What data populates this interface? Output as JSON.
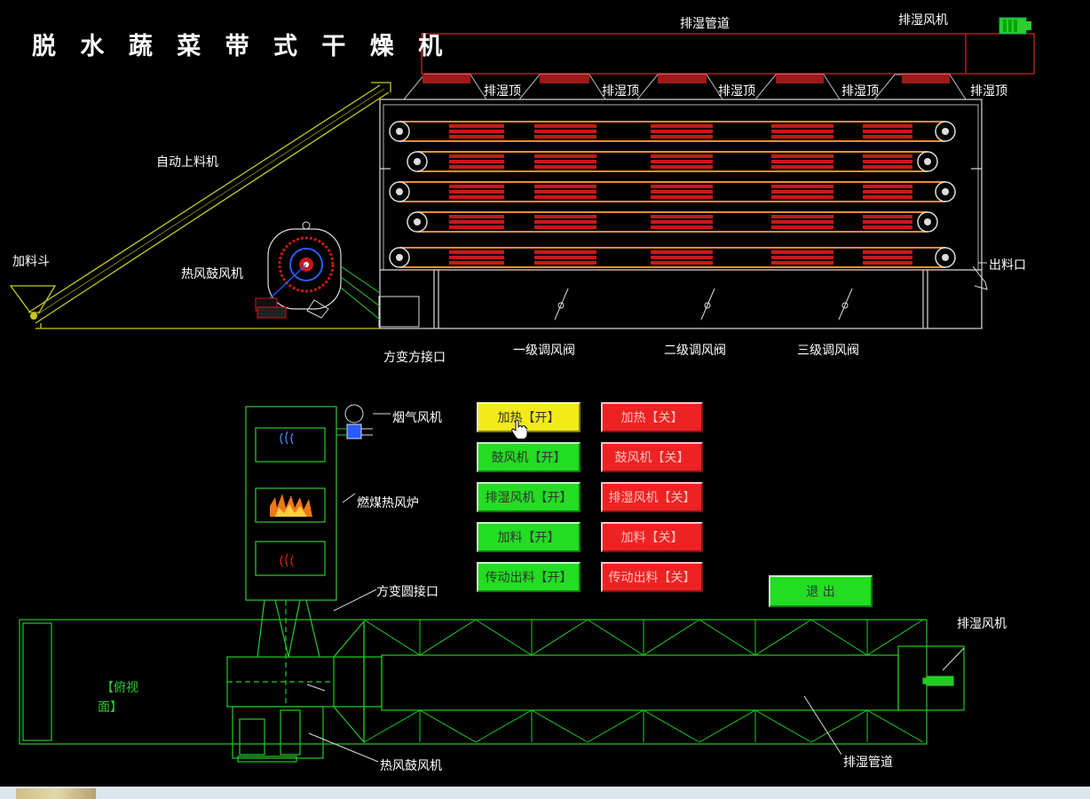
{
  "title": "脱 水 蔬 菜 带 式 干 燥 机",
  "labels": {
    "exhaust_duct_top": "排湿管道",
    "exhaust_fan_top": "排湿风机",
    "exhaust_top_1": "排湿顶",
    "exhaust_top_2": "排湿顶",
    "exhaust_top_3": "排湿顶",
    "exhaust_top_4": "排湿顶",
    "exhaust_top_5": "排湿顶",
    "auto_feeder": "自动上料机",
    "hopper": "加料斗",
    "hot_blower_side": "热风鼓风机",
    "outlet": "出料口",
    "square_port": "方变方接口",
    "damper_1": "一级调风阀",
    "damper_2": "二级调风阀",
    "damper_3": "三级调风阀",
    "smoke_fan": "烟气风机",
    "furnace": "燃煤热风炉",
    "square_round_port": "方变圆接口",
    "top_view_1": "【俯视",
    "top_view_2": "面】",
    "exhaust_fan_bottom": "排湿风机",
    "hot_blower_bottom": "热风鼓风机",
    "exhaust_duct_bottom": "排湿管道"
  },
  "controls": {
    "heat_on": "加热【开】",
    "heat_off": "加热【关】",
    "blower_on": "鼓风机【开】",
    "blower_off": "鼓风机【关】",
    "exhaust_on": "排湿风机【开】",
    "exhaust_off": "排湿风机【关】",
    "feed_on": "加料【开】",
    "feed_off": "加料【关】",
    "drive_on": "传动出料【开】",
    "drive_off": "传动出料【关】",
    "exit": "退 出"
  },
  "colors": {
    "on": "#22dd22",
    "off": "#ee2222",
    "active": "#f3ea1a",
    "line_green": "#22cc22",
    "belt_orange": "#e8902a",
    "heater_red": "#c81818"
  }
}
